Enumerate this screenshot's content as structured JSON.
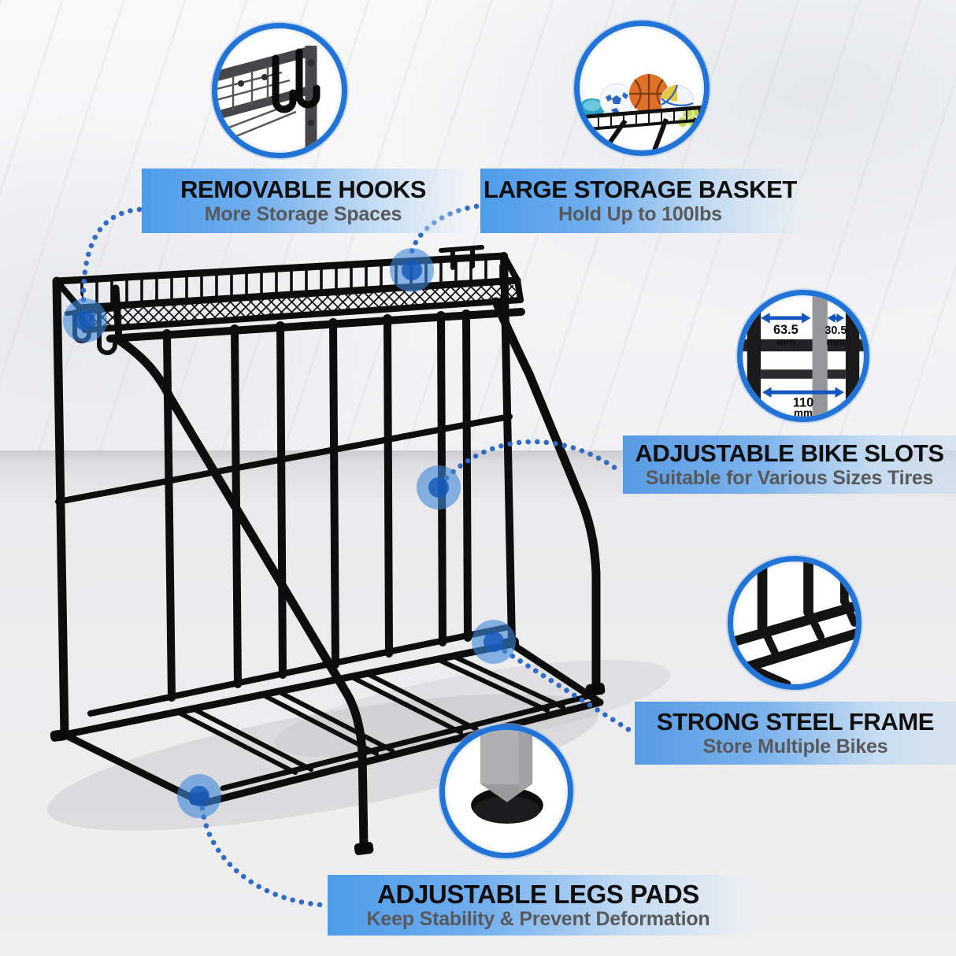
{
  "page": {
    "type": "product-feature-infographic",
    "product": "Bike stand rack with storage basket"
  },
  "colors": {
    "accent_blue": "#2273d8",
    "banner_blue": "#4e9ce9",
    "connector_dot_blue": "#2e6cc7",
    "arrow_blue": "#1356bd",
    "rack_black": "#0d0d0d",
    "title_text": "#0e0e0f",
    "subtitle_text": "#58595b"
  },
  "callouts": [
    {
      "id": "removable-hooks",
      "title": "REMOVABLE HOOKS",
      "subtitle": "More Storage Spaces"
    },
    {
      "id": "large-storage-basket",
      "title": "LARGE STORAGE BASKET",
      "subtitle": "Hold Up to 100lbs"
    },
    {
      "id": "adjustable-bike-slots",
      "title": "ADJUSTABLE BIKE SLOTS",
      "subtitle": "Suitable for Various Sizes Tires"
    },
    {
      "id": "strong-steel-frame",
      "title": "STRONG STEEL FRAME",
      "subtitle": "Store Multiple Bikes"
    },
    {
      "id": "adjustable-legs-pads",
      "title": "ADJUSTABLE LEGS PADS",
      "subtitle": "Keep Stability & Prevent Deformation"
    }
  ],
  "insets": [
    {
      "id": "removable-hooks-photo"
    },
    {
      "id": "storage-basket-with-balls-photo"
    },
    {
      "id": "bike-slot-dimensions-photo"
    },
    {
      "id": "steel-frame-base-photo"
    },
    {
      "id": "adjustable-leg-pad-photo"
    }
  ],
  "dimensions": {
    "slot_wide": {
      "value": "63.5",
      "unit": "mm"
    },
    "slot_narrow": {
      "value": "30.5",
      "unit": "mm"
    },
    "slot_base": {
      "value": "110",
      "unit": "mm"
    }
  }
}
